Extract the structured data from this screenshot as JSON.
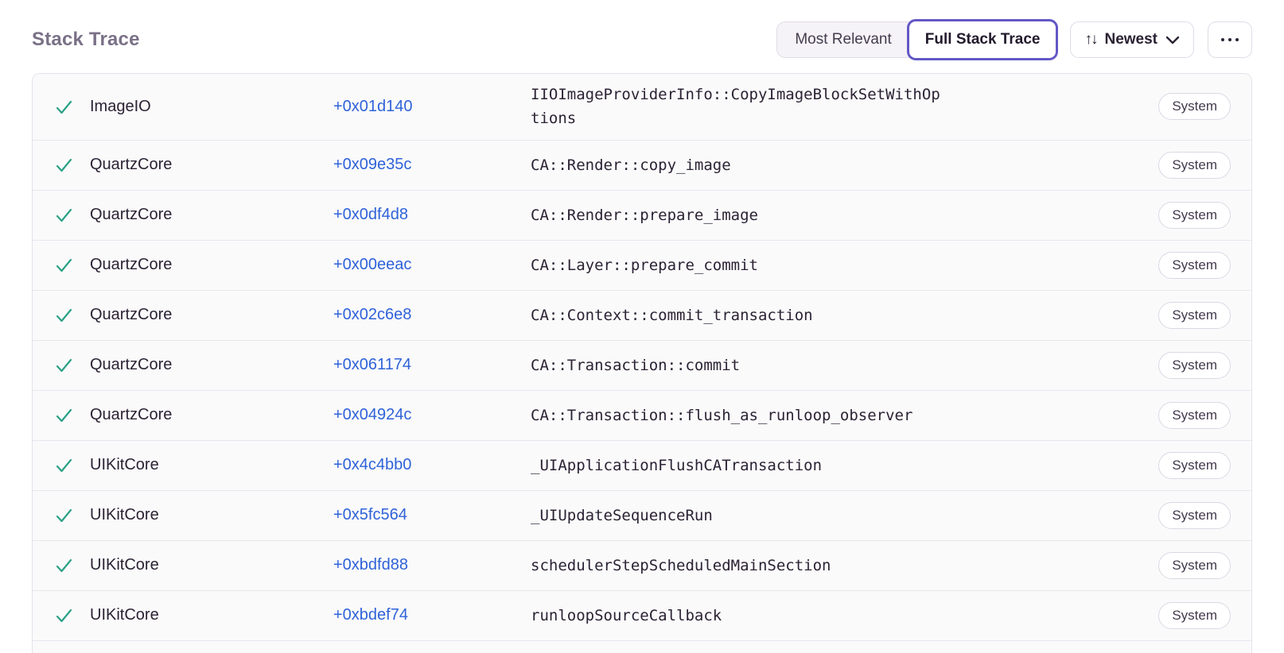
{
  "header": {
    "title": "Stack Trace",
    "view_toggle": [
      {
        "label": "Most Relevant",
        "active": false
      },
      {
        "label": "Full Stack Trace",
        "active": true
      }
    ],
    "sort": {
      "label": "Newest"
    },
    "icons": {
      "sort_arrows": "↑↓",
      "chevron_down": "⌄",
      "ellipsis": "⋯",
      "check": "✓"
    }
  },
  "colors": {
    "accent_purple": "#6358c6",
    "link_blue": "#2f62d8",
    "check_green": "#2ba185",
    "row_background": "#fafafb",
    "border": "#e4e1e9",
    "title_gray": "#7a7187",
    "text_dark": "#2b2233"
  },
  "stack_trace": {
    "badge_label": "System",
    "rows": [
      {
        "module": "ImageIO",
        "address": "+0x01d140",
        "function": "IIOImageProviderInfo::CopyImageBlockSetWithOptions",
        "tag": "System"
      },
      {
        "module": "QuartzCore",
        "address": "+0x09e35c",
        "function": "CA::Render::copy_image",
        "tag": "System"
      },
      {
        "module": "QuartzCore",
        "address": "+0x0df4d8",
        "function": "CA::Render::prepare_image",
        "tag": "System"
      },
      {
        "module": "QuartzCore",
        "address": "+0x00eeac",
        "function": "CA::Layer::prepare_commit",
        "tag": "System"
      },
      {
        "module": "QuartzCore",
        "address": "+0x02c6e8",
        "function": "CA::Context::commit_transaction",
        "tag": "System"
      },
      {
        "module": "QuartzCore",
        "address": "+0x061174",
        "function": "CA::Transaction::commit",
        "tag": "System"
      },
      {
        "module": "QuartzCore",
        "address": "+0x04924c",
        "function": "CA::Transaction::flush_as_runloop_observer",
        "tag": "System"
      },
      {
        "module": "UIKitCore",
        "address": "+0x4c4bb0",
        "function": "_UIApplicationFlushCATransaction",
        "tag": "System"
      },
      {
        "module": "UIKitCore",
        "address": "+0x5fc564",
        "function": "_UIUpdateSequenceRun",
        "tag": "System"
      },
      {
        "module": "UIKitCore",
        "address": "+0xbdfd88",
        "function": "schedulerStepScheduledMainSection",
        "tag": "System"
      },
      {
        "module": "UIKitCore",
        "address": "+0xbdef74",
        "function": "runloopSourceCallback",
        "tag": "System"
      }
    ]
  }
}
